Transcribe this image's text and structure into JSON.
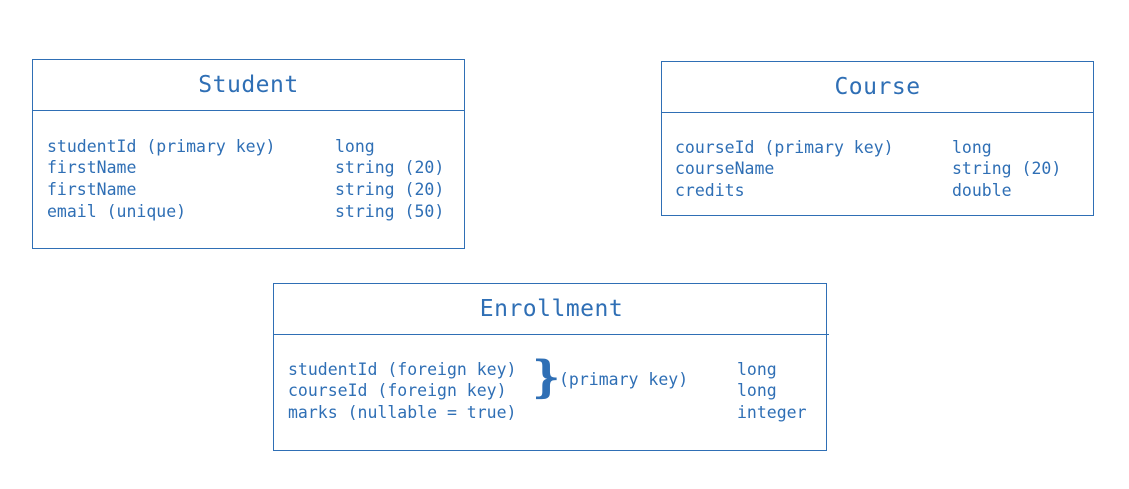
{
  "entities": {
    "student": {
      "title": "Student",
      "fields": [
        {
          "name": "studentId (primary key)",
          "type": "long"
        },
        {
          "name": "firstName",
          "type": "string (20)"
        },
        {
          "name": "firstName",
          "type": "string (20)"
        },
        {
          "name": "email (unique)",
          "type": "string (50)"
        }
      ]
    },
    "course": {
      "title": "Course",
      "fields": [
        {
          "name": "courseId (primary key)",
          "type": "long"
        },
        {
          "name": "courseName",
          "type": "string (20)"
        },
        {
          "name": "credits",
          "type": "double"
        }
      ]
    },
    "enrollment": {
      "title": "Enrollment",
      "fields": [
        {
          "name": "studentId (foreign key)",
          "type": "long"
        },
        {
          "name": "courseId (foreign key)",
          "type": "long"
        },
        {
          "name": "marks (nullable = true)",
          "type": "integer"
        }
      ],
      "brace": "}",
      "composite_key_label": "(primary key)"
    }
  },
  "colors": {
    "stroke": "#2f6fb5",
    "text": "#2f6fb5",
    "background": "#ffffff"
  }
}
